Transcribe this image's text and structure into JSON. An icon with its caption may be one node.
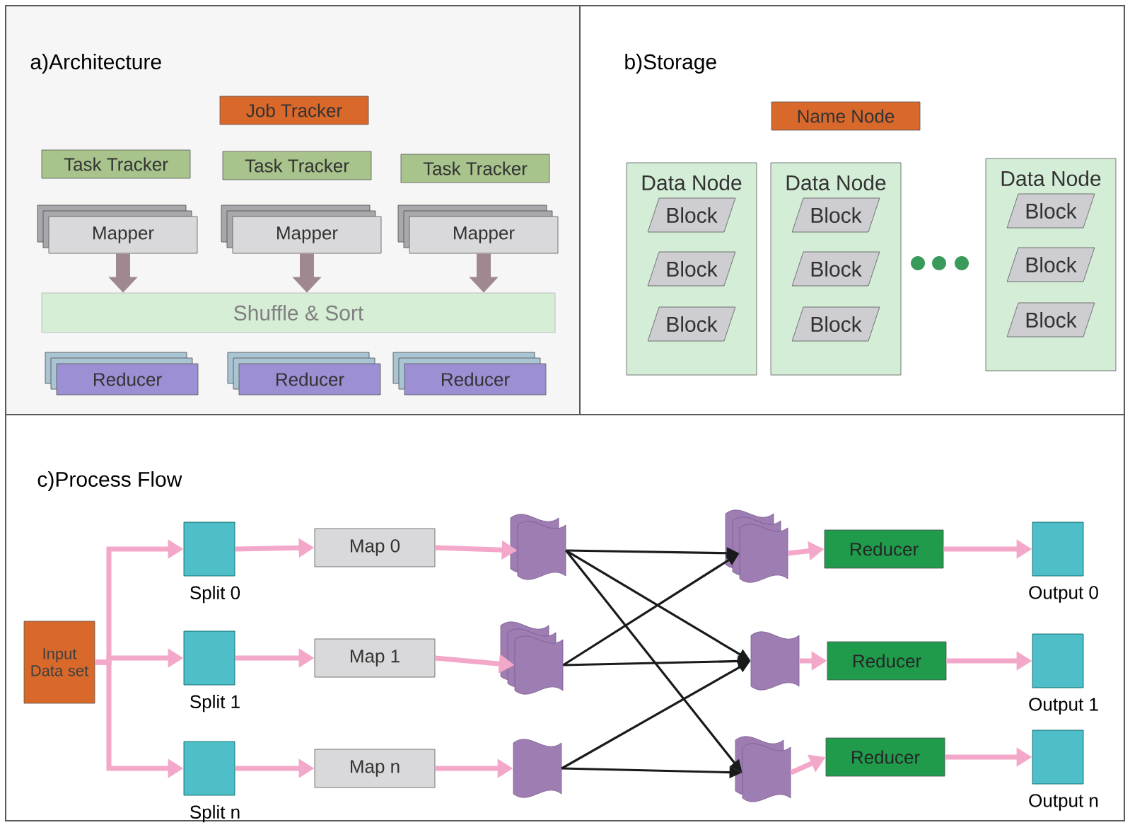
{
  "diagram": {
    "nodes": [
      {
        "text": [
          "a)Architecture"
        ]
      },
      {
        "text": [
          "b)Storage"
        ]
      },
      {
        "text": [
          "c)Process Flow"
        ]
      },
      {
        "text": [
          "Job Tracker"
        ],
        "in": 0
      },
      {
        "text": [
          "Task Tracker"
        ],
        "in": 0
      },
      {
        "text": [
          "Task Tracker"
        ],
        "in": 0
      },
      {
        "text": [
          "Task Tracker"
        ],
        "in": 0
      },
      {
        "text": [
          "Mapper"
        ],
        "in": 0
      },
      {
        "text": [
          "Mapper"
        ],
        "in": 0
      },
      {
        "text": [
          "Mapper"
        ],
        "in": 0
      },
      {
        "text": [
          "Shuffle & Sort"
        ],
        "in": 0
      },
      {
        "text": [
          "Reducer"
        ],
        "in": 0
      },
      {
        "text": [
          "Reducer"
        ],
        "in": 0
      },
      {
        "text": [
          "Reducer"
        ],
        "in": 0
      },
      {
        "text": [
          "Name Node"
        ],
        "in": 1
      },
      {
        "text": [
          "Data Node"
        ],
        "in": 1
      },
      {
        "text": [
          "Block"
        ],
        "in": 15
      },
      {
        "text": [
          "Block"
        ],
        "in": 15
      },
      {
        "text": [
          "Block"
        ],
        "in": 15
      },
      {
        "text": [
          "Data Node"
        ],
        "in": 1
      },
      {
        "text": [
          "Block"
        ],
        "in": 19
      },
      {
        "text": [
          "Block"
        ],
        "in": 19
      },
      {
        "text": [
          "Block"
        ],
        "in": 19
      },
      {
        "text": [
          "Data Node"
        ],
        "in": 1
      },
      {
        "text": [
          "Block"
        ],
        "in": 23
      },
      {
        "text": [
          "Block"
        ],
        "in": 23
      },
      {
        "text": [
          "Block"
        ],
        "in": 23
      },
      {
        "text": [
          "Input Data set"
        ],
        "in": 2
      },
      {
        "text": [],
        "shape": "box",
        "beside": [
          "Split 0"
        ],
        "in": 2
      },
      {
        "text": [],
        "shape": "box",
        "beside": [
          "Split 1"
        ],
        "in": 2
      },
      {
        "text": [],
        "shape": "box",
        "beside": [
          "Split n"
        ],
        "in": 2
      },
      {
        "text": [
          "Map 0"
        ],
        "in": 2
      },
      {
        "text": [
          "Map 1"
        ],
        "in": 2
      },
      {
        "text": [
          "Map n"
        ],
        "in": 2
      },
      {
        "text": [],
        "shape": "document",
        "in": 2
      },
      {
        "text": [],
        "shape": "document",
        "in": 2
      },
      {
        "text": [],
        "shape": "document",
        "in": 2
      },
      {
        "text": [],
        "shape": "document",
        "in": 2
      },
      {
        "text": [],
        "shape": "document",
        "in": 2
      },
      {
        "text": [],
        "shape": "document",
        "in": 2
      },
      {
        "text": [
          "Reducer"
        ],
        "in": 2
      },
      {
        "text": [
          "Reducer"
        ],
        "in": 2
      },
      {
        "text": [
          "Reducer"
        ],
        "in": 2
      },
      {
        "text": [],
        "shape": "box",
        "beside": [
          "Output 0"
        ],
        "in": 2
      },
      {
        "text": [],
        "shape": "box",
        "beside": [
          "Output 1"
        ],
        "in": 2
      },
      {
        "text": [],
        "shape": "box",
        "beside": [
          "Output n"
        ],
        "in": 2
      }
    ],
    "edges": [
      {
        "from": 7,
        "to": 10,
        "arrow": "to",
        "style": "thick",
        "color": "#a08890"
      },
      {
        "from": 8,
        "to": 10,
        "arrow": "to",
        "style": "thick",
        "color": "#a08890"
      },
      {
        "from": 9,
        "to": 10,
        "arrow": "to",
        "style": "thick",
        "color": "#a08890"
      },
      {
        "from": 27,
        "to": 28,
        "arrow": "to"
      },
      {
        "from": 27,
        "to": 29,
        "arrow": "to"
      },
      {
        "from": 27,
        "to": 30,
        "arrow": "to"
      },
      {
        "from": 28,
        "to": 31,
        "arrow": "to"
      },
      {
        "from": 29,
        "to": 32,
        "arrow": "to"
      },
      {
        "from": 30,
        "to": 33,
        "arrow": "to"
      },
      {
        "from": 31,
        "to": 34,
        "arrow": "to"
      },
      {
        "from": 32,
        "to": 35,
        "arrow": "to"
      },
      {
        "from": 33,
        "to": 36,
        "arrow": "to"
      },
      {
        "from": 34,
        "to": 37,
        "arrow": "to",
        "color": "#1a1a1a"
      },
      {
        "from": 34,
        "to": 38,
        "arrow": "to",
        "color": "#1a1a1a"
      },
      {
        "from": 34,
        "to": 39,
        "arrow": "to",
        "color": "#1a1a1a"
      },
      {
        "from": 35,
        "to": 37,
        "arrow": "to",
        "color": "#1a1a1a"
      },
      {
        "from": 35,
        "to": 38,
        "arrow": "to",
        "color": "#1a1a1a"
      },
      {
        "from": 36,
        "to": 38,
        "arrow": "to",
        "color": "#1a1a1a"
      },
      {
        "from": 36,
        "to": 39,
        "arrow": "to",
        "color": "#1a1a1a"
      },
      {
        "from": 37,
        "to": 40,
        "arrow": "to"
      },
      {
        "from": 38,
        "to": 41,
        "arrow": "to"
      },
      {
        "from": 39,
        "to": 42,
        "arrow": "to"
      },
      {
        "from": 40,
        "to": 43,
        "arrow": "to"
      },
      {
        "from": 41,
        "to": 44,
        "arrow": "to"
      },
      {
        "from": 42,
        "to": 45,
        "arrow": "to"
      }
    ]
  }
}
